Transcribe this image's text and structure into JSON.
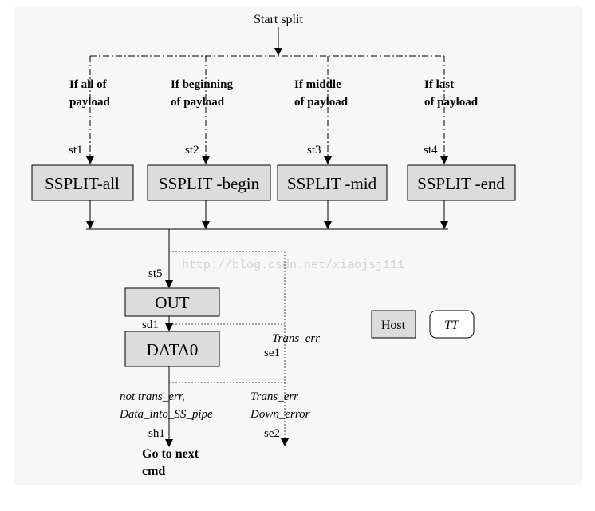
{
  "start_label": "Start split",
  "conditions": {
    "all": [
      "If all of",
      "payload"
    ],
    "begin": [
      "If beginning",
      "of payload"
    ],
    "mid": [
      "If middle",
      "of payload"
    ],
    "end": [
      "If last",
      "of payload"
    ]
  },
  "states": {
    "st1": "st1",
    "st2": "st2",
    "st3": "st3",
    "st4": "st4",
    "st5": "st5",
    "sd1": "sd1",
    "se1": "se1",
    "se2": "se2",
    "sh1": "sh1"
  },
  "boxes": {
    "ssplit_all": "SSPLIT-all",
    "ssplit_begin": "SSPLIT -begin",
    "ssplit_mid": "SSPLIT -mid",
    "ssplit_end": "SSPLIT -end",
    "out": "OUT",
    "data0": "DATA0"
  },
  "legend": {
    "host": "Host",
    "tt": "TT"
  },
  "transitions": {
    "trans_err_1": "Trans_err",
    "ok_line1": "not trans_err,",
    "ok_line2": "Data_into_SS_pipe",
    "err2_line1": "Trans_err",
    "err2_line2": "Down_error"
  },
  "result": [
    "Go to next",
    "cmd"
  ],
  "watermark": "http://blog.csdn.net/xiaojsj111",
  "colors": {
    "box_fill": "#dcdcdc",
    "stroke": "#000000",
    "panel": "#f7f7f7",
    "watermark": "#d2d2d2"
  }
}
